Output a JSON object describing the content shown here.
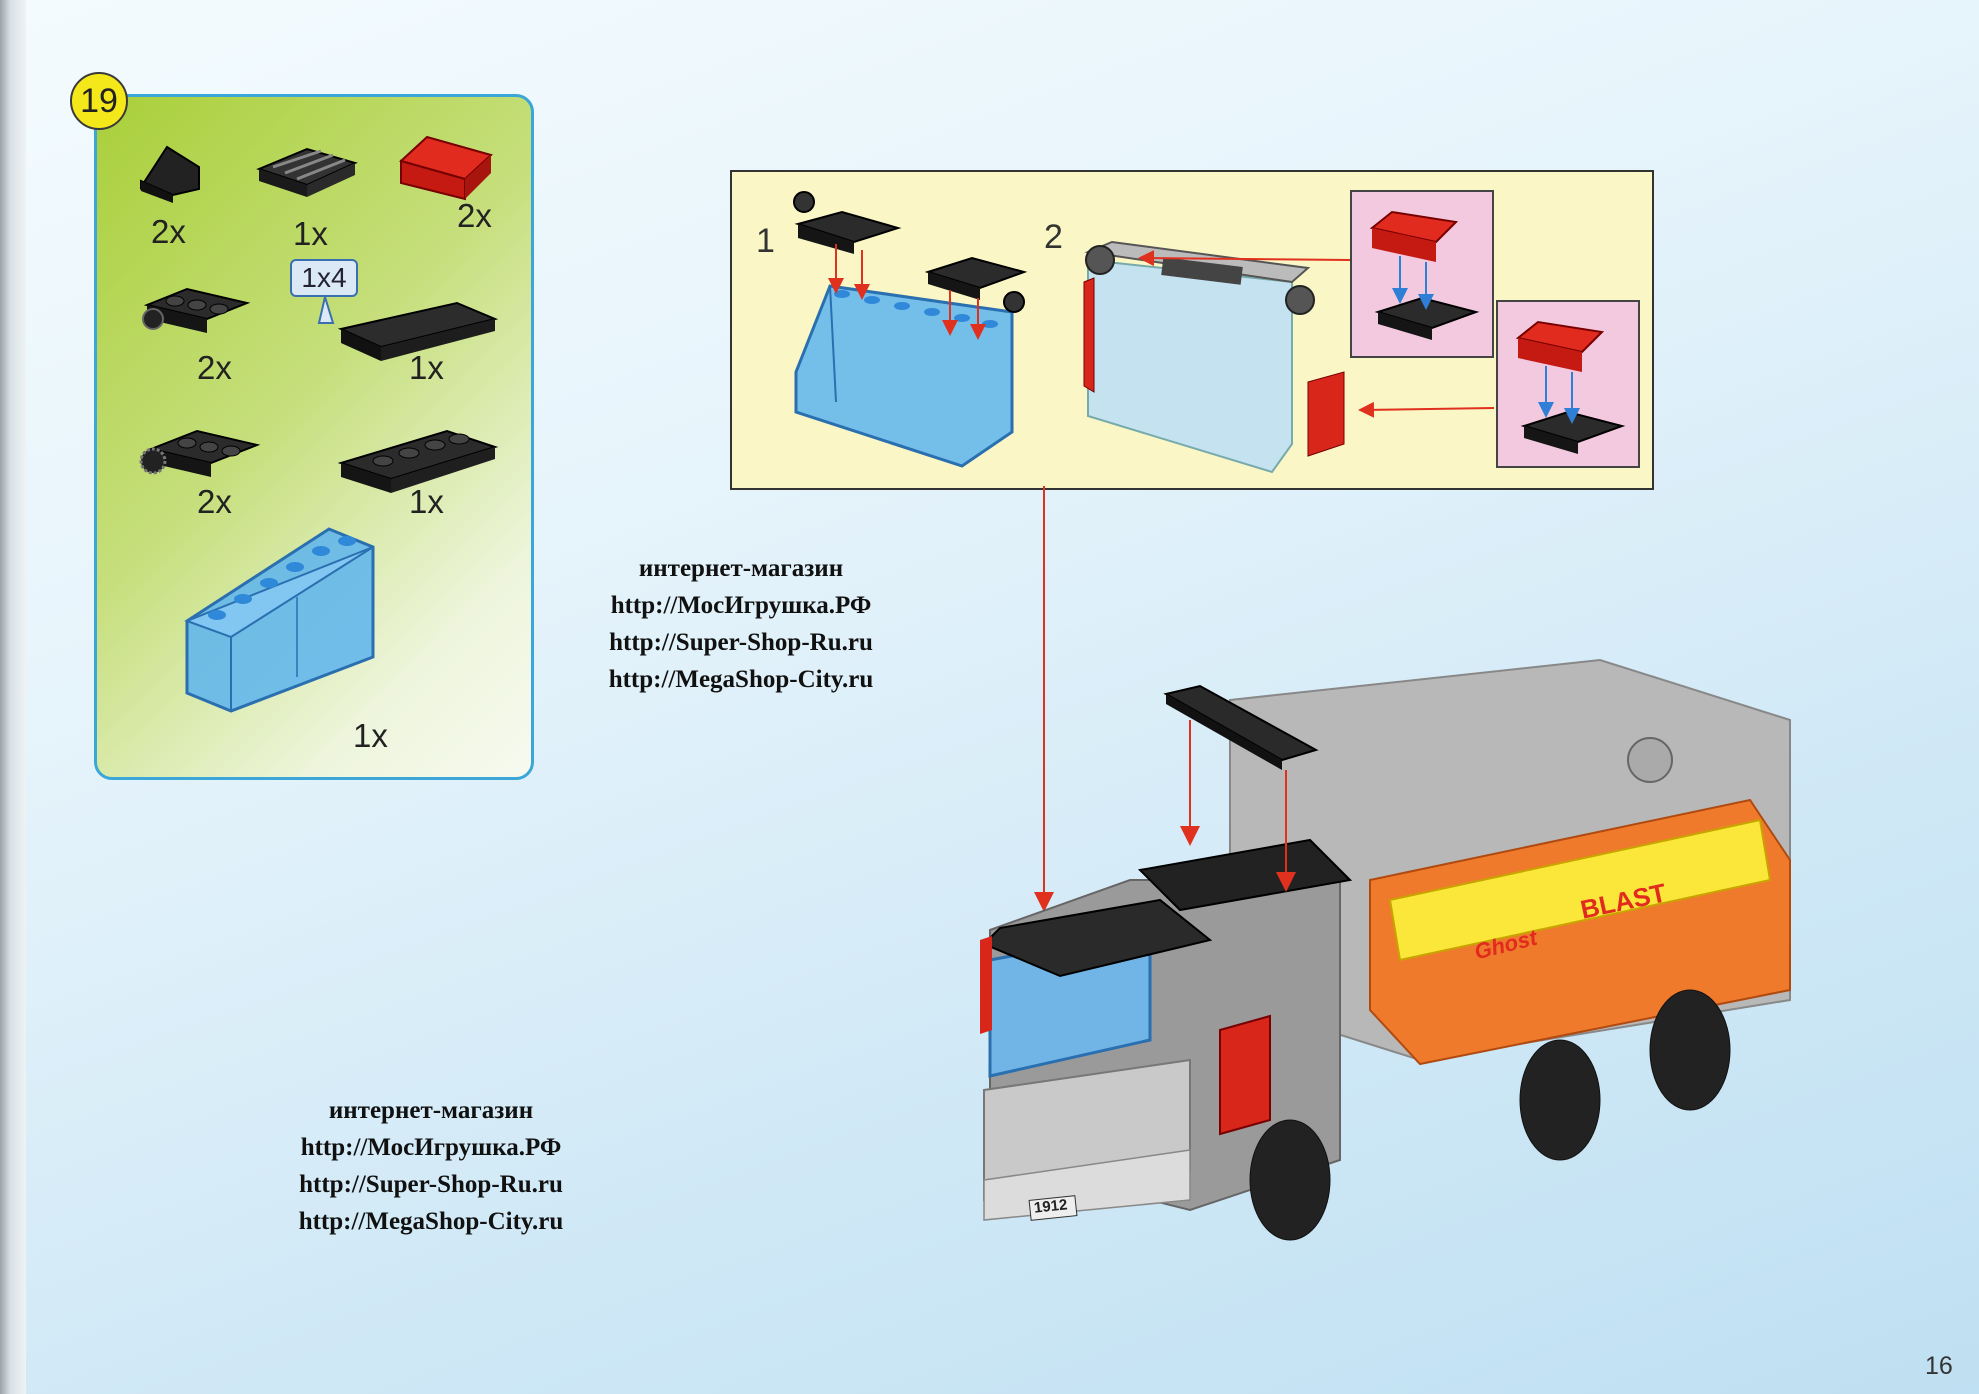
{
  "step": {
    "number": "19"
  },
  "parts": [
    {
      "name": "black-slope",
      "qty": "2x"
    },
    {
      "name": "black-grille-plate",
      "qty": "1x"
    },
    {
      "name": "red-slope",
      "qty": "2x"
    },
    {
      "name": "black-hinge-plate",
      "qty": "2x"
    },
    {
      "name": "black-tile",
      "qty": "1x",
      "callout": "1x4"
    },
    {
      "name": "black-clip-plate",
      "qty": "2x"
    },
    {
      "name": "black-plate",
      "qty": "1x"
    },
    {
      "name": "blue-windscreen",
      "qty": "1x"
    }
  ],
  "substeps": {
    "one": "1",
    "two": "2"
  },
  "model": {
    "license_plate": "1912",
    "decal_blast": "BLAST",
    "decal_ghost": "Ghost"
  },
  "watermark": {
    "line1": "интернет-магазин",
    "line2": "http://МосИгрушка.РФ",
    "line3": "http://Super-Shop-Ru.ru",
    "line4": "http://MegaShop-City.ru"
  },
  "page_number": "16",
  "colors": {
    "panel_green": "#a9cf3a",
    "panel_border": "#3aa7d8",
    "sub_yellow": "#fbf6c6",
    "pink": "#f2c9df",
    "arrow_red": "#e0301e",
    "arrow_blue": "#2f7fd6"
  }
}
